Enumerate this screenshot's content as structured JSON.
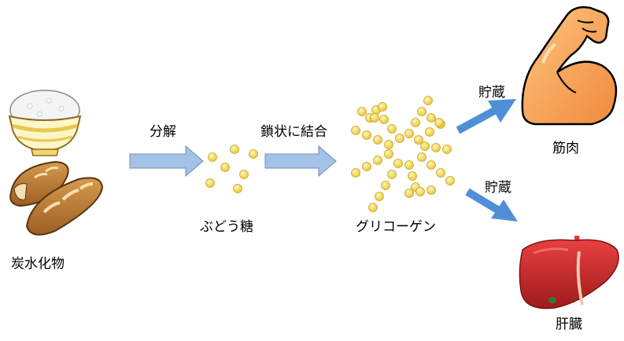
{
  "labels": {
    "carbs": "炭水化物",
    "decompose": "分解",
    "glucose": "ぶどう糖",
    "chain_bond": "鎖状に結合",
    "glycogen": "グリコーゲン",
    "store_muscle": "貯蔵",
    "store_liver": "貯蔵",
    "muscle": "筋肉",
    "liver": "肝臓"
  },
  "icons": {
    "rice": "rice-bowl-icon",
    "bread": "baguette-icon",
    "muscle": "flexed-arm-icon",
    "liver": "liver-icon"
  },
  "colors": {
    "flow_arrow": "#a4c2e6",
    "store_arrow": "#4f8fd6",
    "molecule": "#f2d85a",
    "muscle_skin": "#f6a05a",
    "liver": "#c62828"
  }
}
